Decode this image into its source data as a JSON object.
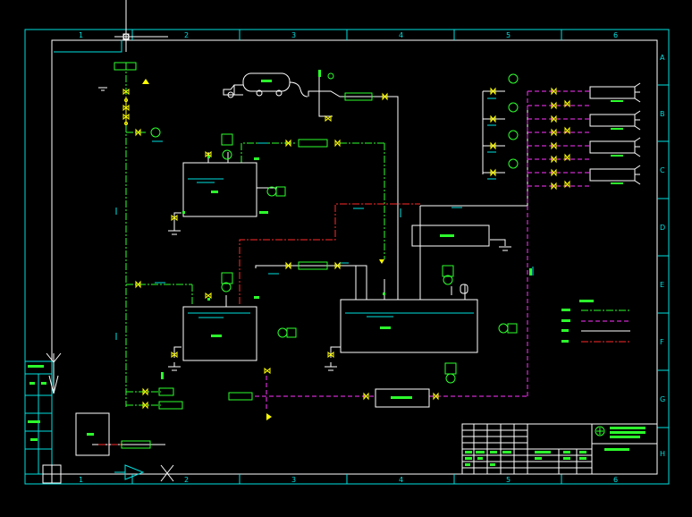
{
  "drawing": {
    "col_labels": [
      "1",
      "2",
      "3",
      "4",
      "5",
      "6"
    ],
    "row_labels": [
      "A",
      "B",
      "C",
      "D",
      "E",
      "F",
      "G",
      "H"
    ],
    "legend": {
      "title": "",
      "entries": [
        {
          "name": "",
          "color": "#2cff2c",
          "style": "dash-dot"
        },
        {
          "name": "",
          "color": "#ff33ff",
          "style": "dashed"
        },
        {
          "name": "",
          "color": "#ffffff",
          "style": "solid"
        },
        {
          "name": "",
          "color": "#ff2a2a",
          "style": "dash-dot"
        }
      ]
    },
    "equipment": {
      "tank_1": "",
      "tank_2": "",
      "tank_3": "",
      "unit_box": "",
      "treatment_box": "",
      "truck": "",
      "outside_box": ""
    },
    "colors": {
      "frame": "#00e0e0",
      "equipment": "#ffffff",
      "water_line": "#2cff2c",
      "air_line": "#ff33ff",
      "return_line": "#ff2a2a",
      "valve": "#ffff00",
      "tag": "#2cff2c"
    },
    "icons": [
      "valve-icon",
      "gauge-icon",
      "pump-icon",
      "drain-icon",
      "truck-icon",
      "spray-nozzle-icon",
      "north-arrow-icon",
      "company-logo-icon"
    ]
  }
}
